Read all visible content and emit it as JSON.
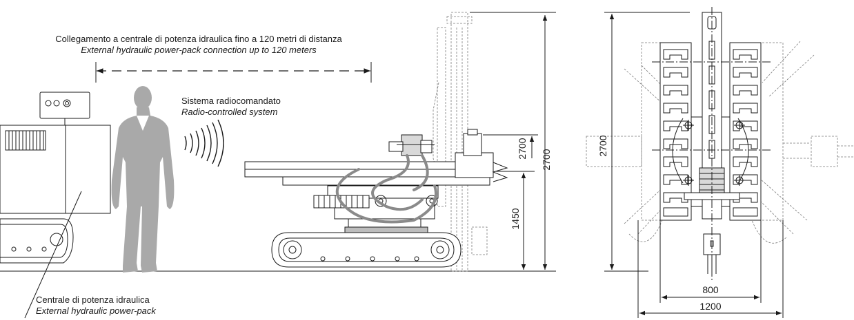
{
  "labels": {
    "connection_it": "Collegamento a centrale di potenza idraulica fino a 120 metri di distanza",
    "connection_en": "External hydraulic power-pack connection up to 120 meters",
    "radio_it": "Sistema radiocomandato",
    "radio_en": "Radio-controlled system",
    "powerpack_it": "Centrale di potenza idraulica",
    "powerpack_en": "External hydraulic power-pack"
  },
  "dimensions": {
    "side_total_height": "2700",
    "side_mast_height": "2700",
    "side_boom_height": "1450",
    "top_total_length": "2700",
    "top_track_gauge": "800",
    "top_total_width": "1200"
  }
}
